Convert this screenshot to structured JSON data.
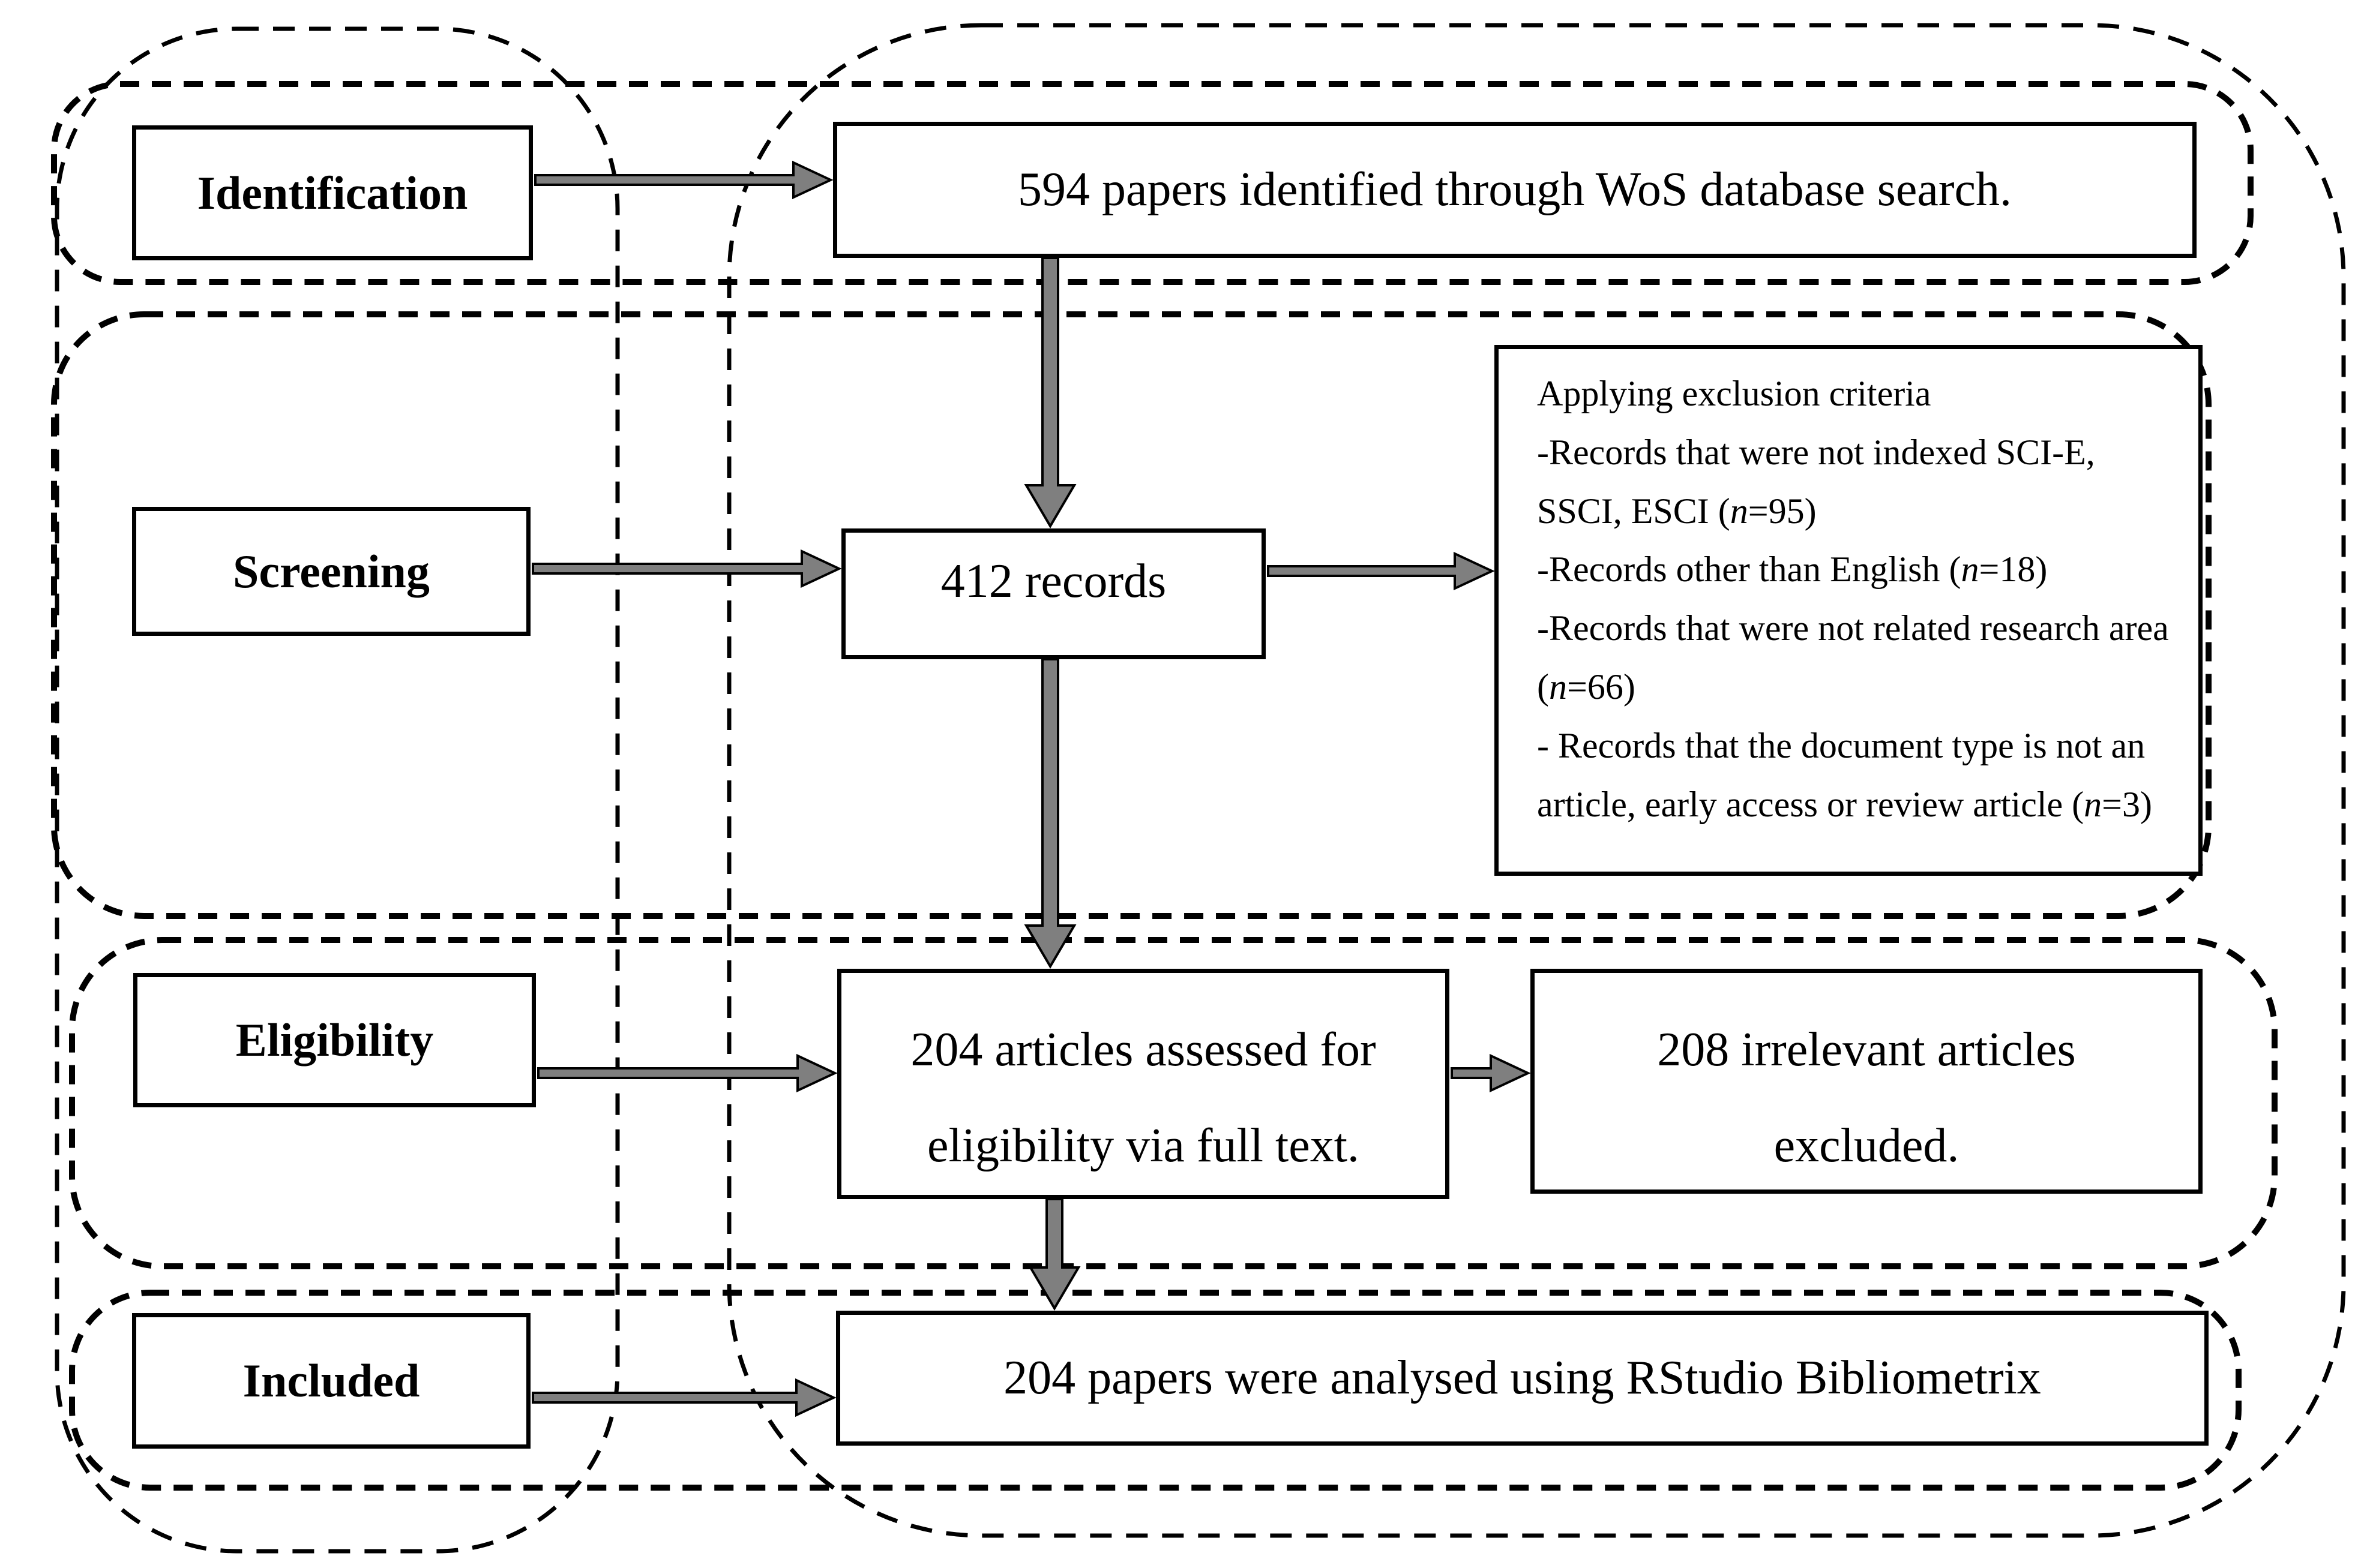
{
  "stages": [
    {
      "label": "Identification"
    },
    {
      "label": "Screening"
    },
    {
      "label": "Eligibility"
    },
    {
      "label": "Included"
    }
  ],
  "boxes": {
    "identified": "594 papers identified through WoS database search.",
    "records": "412 records",
    "exclusion_title": "Applying exclusion criteria",
    "exclusion_criteria": [
      "-Records that were not indexed SCI-E, SSCI, ESCI (n=95)",
      "-Records other than English (n=18)",
      "-Records that were not related research area (n=66)",
      "- Records that the document type is not an article, early access or review article (n=3)"
    ],
    "assessed": "204 articles assessed for eligibility via full text.",
    "excluded": "208 irrelevant articles excluded.",
    "analysed": "204 papers were analysed using RStudio Bibliometrix"
  },
  "colors": {
    "background": "#ffffff",
    "line": "#000000",
    "arrow_fill": "#7f7f7f",
    "arrow_outline": "#000000"
  }
}
